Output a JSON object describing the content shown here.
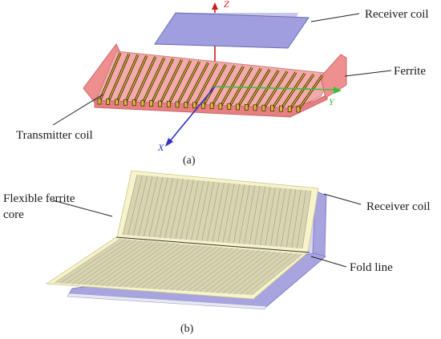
{
  "panel_a": {
    "labels": {
      "receiver_coil": "Receiver coil",
      "ferrite": "Ferrite",
      "transmitter_coil": "Transmitter coil"
    },
    "axes": {
      "z": "Z",
      "y": "Y",
      "x": "X"
    },
    "caption": "(a)",
    "colors": {
      "receiver_plate": "#9f9fe0",
      "ferrite": "#f29a9a",
      "coil": "#e0b83a",
      "z_axis": "#d01818",
      "y_axis": "#3cbc3c",
      "x_axis": "#3030c8"
    }
  },
  "panel_b": {
    "labels": {
      "flexible_ferrite_core": "Flexible ferrite\ncore",
      "receiver_coil": "Receiver coil",
      "fold_line": "Fold line"
    },
    "caption": "(b)",
    "colors": {
      "ferrite_sheet": "#f7f4cc",
      "receiver_sheet": "#a8a4e0"
    }
  }
}
